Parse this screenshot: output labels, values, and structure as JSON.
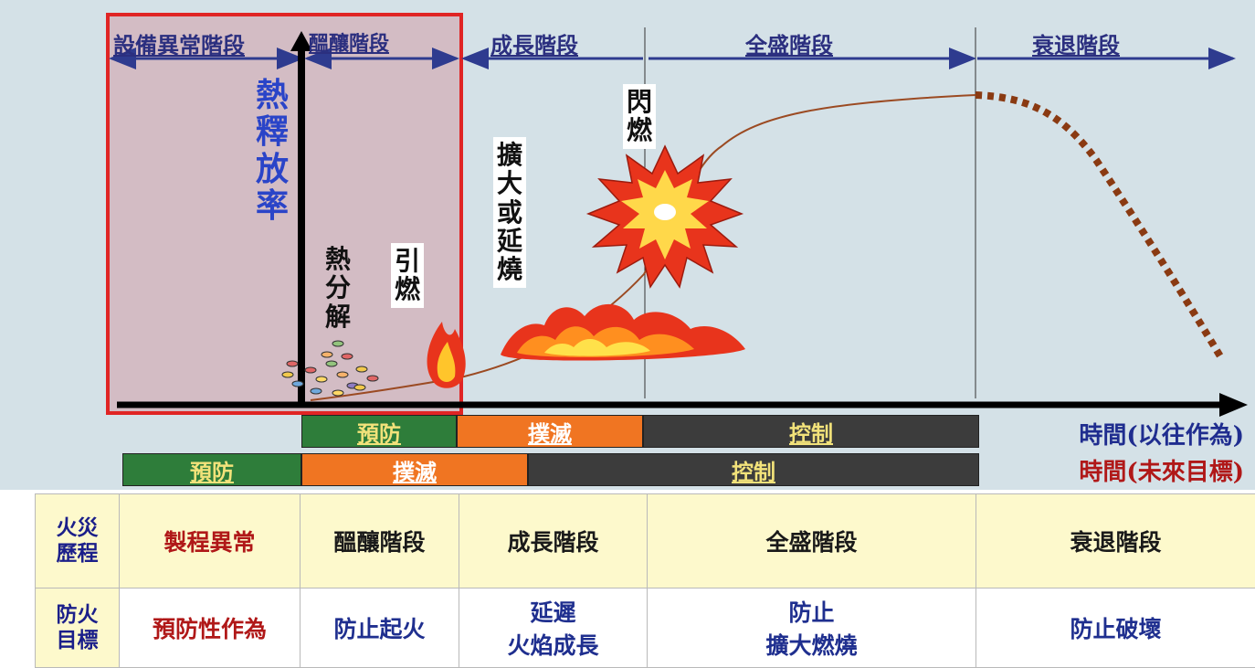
{
  "stages": {
    "equipment_abnormal": "設備異常階段",
    "incipient": "醞釀階段",
    "growth": "成長階段",
    "fully_developed": "全盛階段",
    "decay": "衰退階段"
  },
  "labels": {
    "heat_release_rate": [
      "熱",
      "釋",
      "放",
      "率"
    ],
    "pyrolysis": [
      "熱",
      "分",
      "解"
    ],
    "ignition": [
      "引",
      "燃"
    ],
    "spread": [
      "擴",
      "大",
      "或",
      "延",
      "燒"
    ],
    "flashover": [
      "閃",
      "燃"
    ]
  },
  "bars_past": {
    "prevent": "預防",
    "extinguish": "撲滅",
    "control": "控制",
    "time_label": "時間(以往作為)"
  },
  "bars_future": {
    "prevent": "預防",
    "extinguish": "撲滅",
    "control": "控制",
    "time_label": "時間(未來目標)"
  },
  "table": {
    "row1": {
      "header": [
        "火災",
        "歷程"
      ],
      "cells": [
        "製程異常",
        "醞釀階段",
        "成長階段",
        "全盛階段",
        "衰退階段"
      ]
    },
    "row2": {
      "header": [
        "防火",
        "目標"
      ],
      "cells": [
        "預防性作為",
        "防止起火",
        [
          "延遲",
          "火焰成長"
        ],
        [
          "防止",
          "擴大燃燒"
        ],
        "防止破壞"
      ]
    }
  },
  "colors": {
    "background": "#d4e1e7",
    "highlight_fill": "#d3bcc4",
    "highlight_border": "#e02424",
    "stage_arrow": "#2e3b8f",
    "axis": "#000000",
    "prevent": "#2e7d3a",
    "extinguish": "#f07522",
    "control": "#3c3c3c",
    "time_past": "#1f2d8f",
    "time_future": "#b01818",
    "curve": "#9b4a22",
    "decay_curve": "#8a3a12"
  }
}
